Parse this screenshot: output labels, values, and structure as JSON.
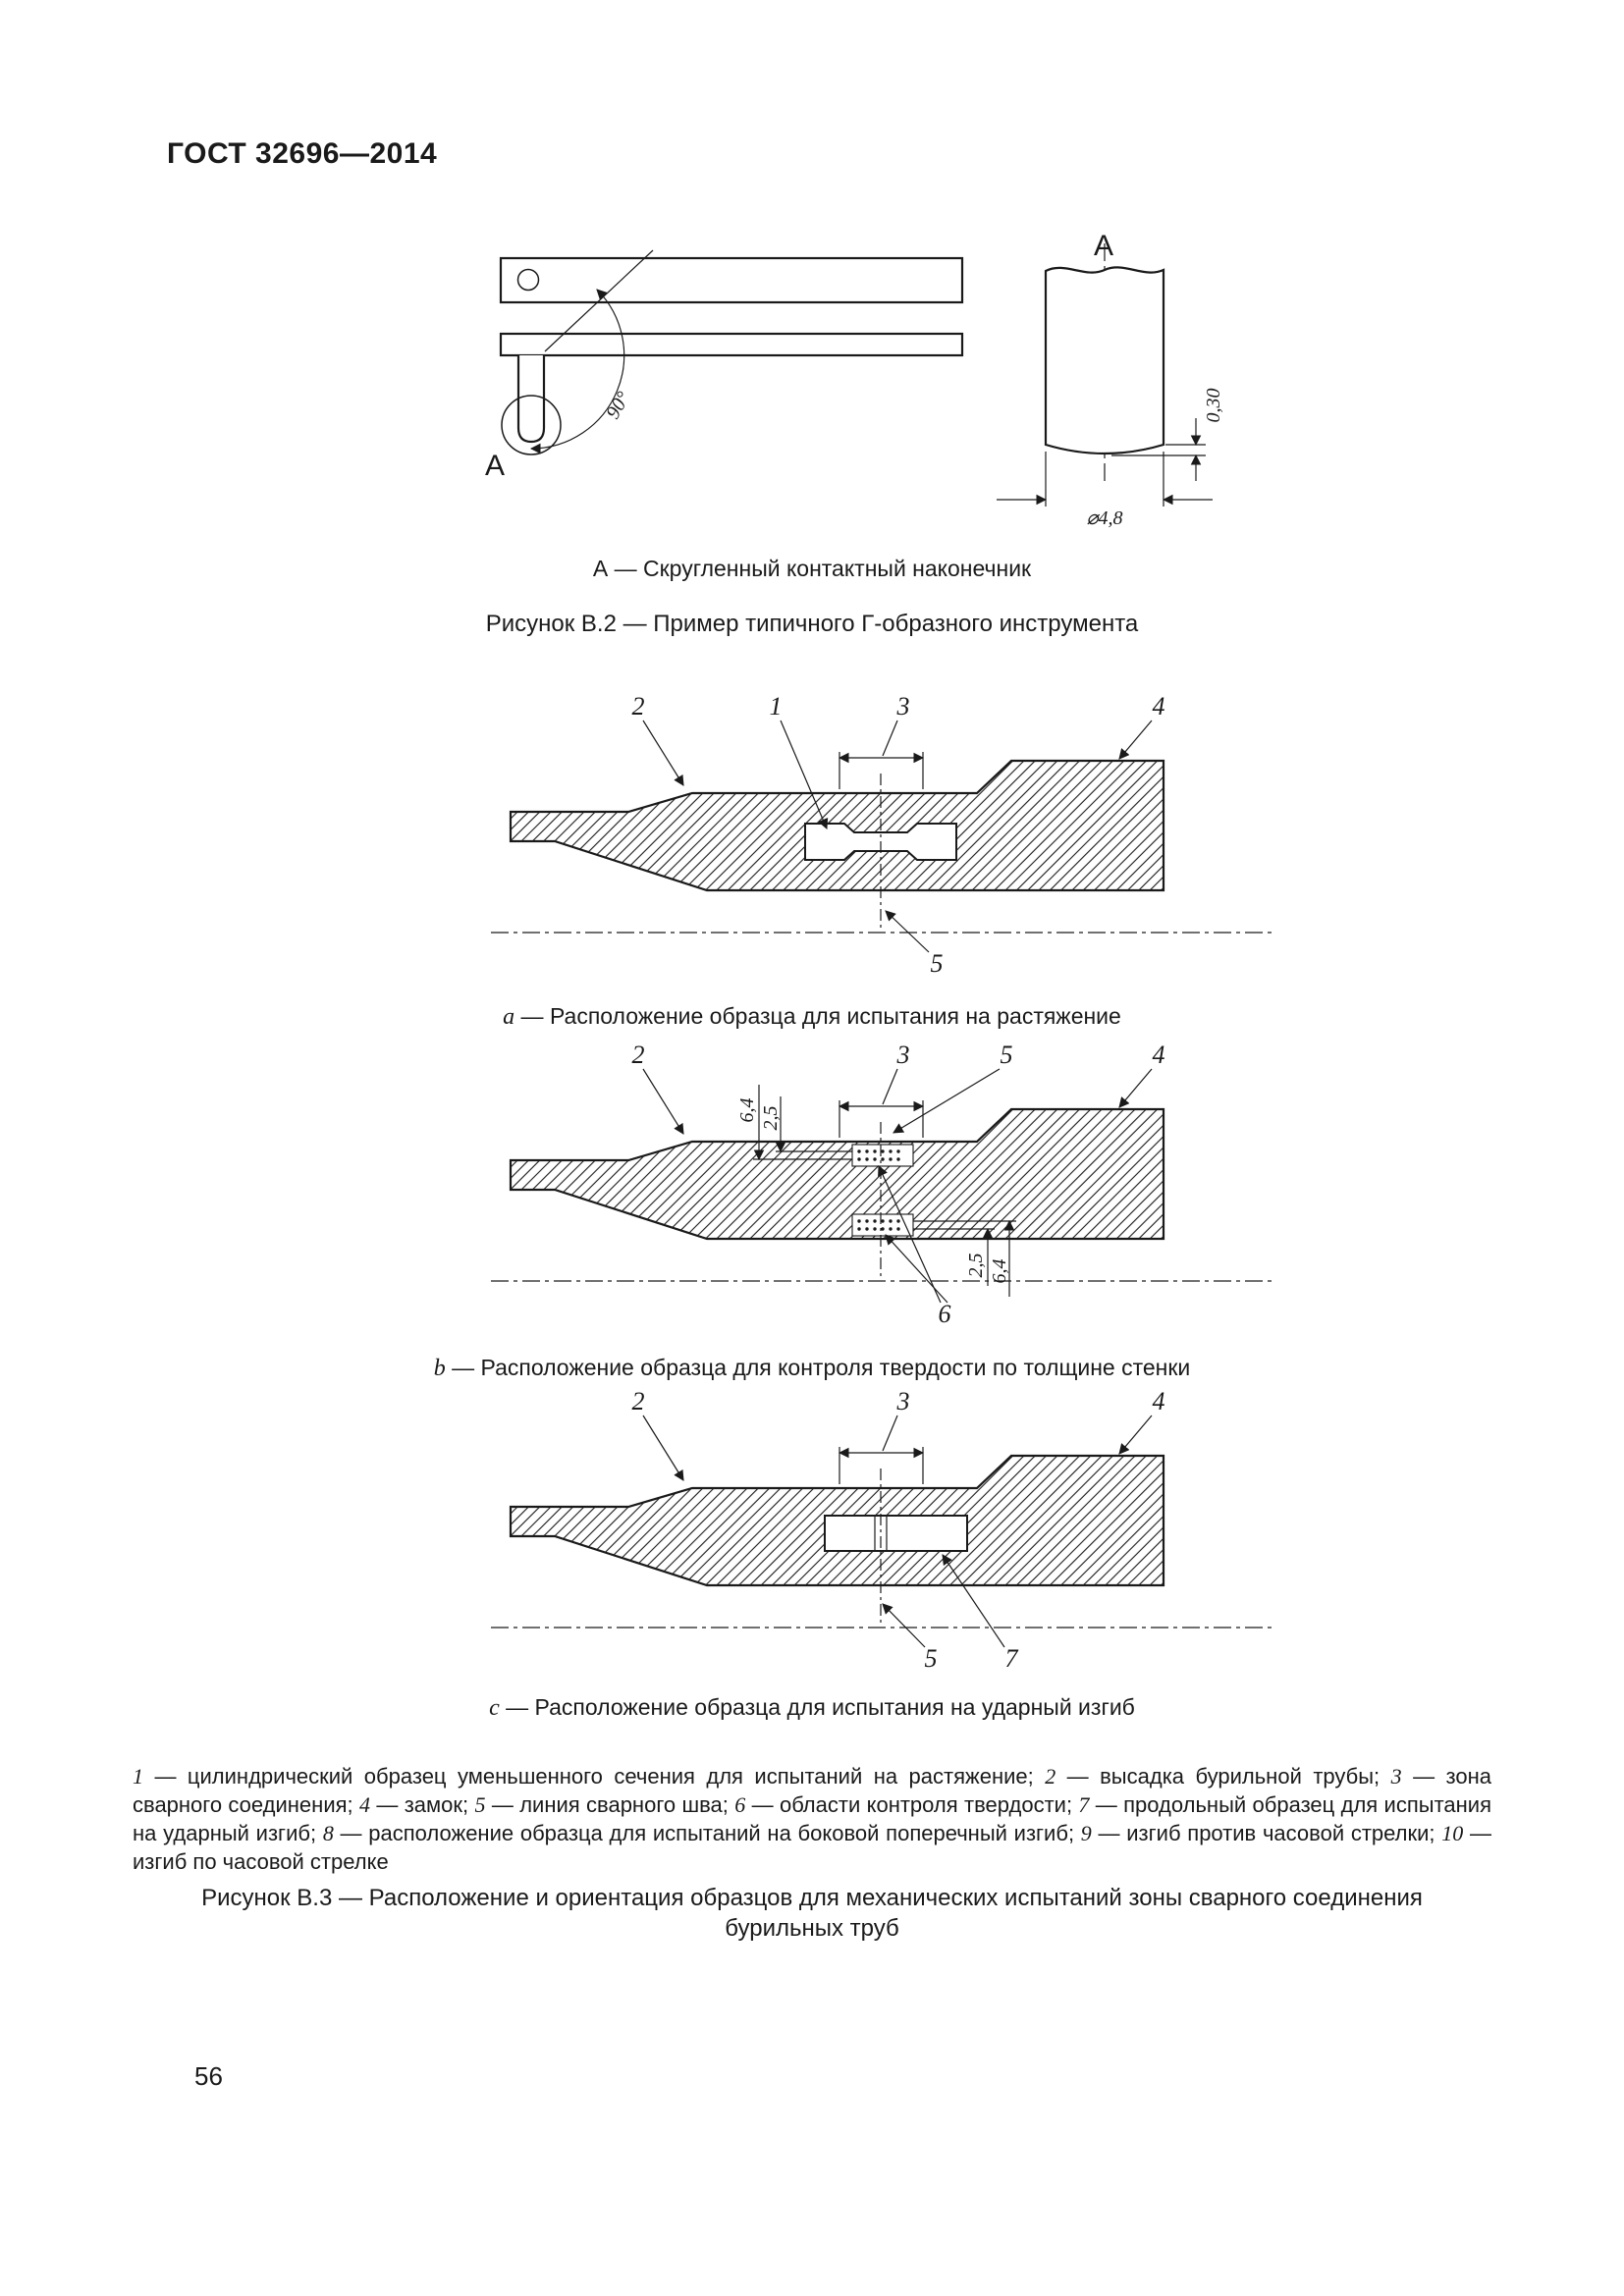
{
  "page": {
    "header": "ГОСТ 32696—2014",
    "number": "56"
  },
  "b2": {
    "detail_label": "А",
    "angle": "90°",
    "dim_tip": "0,30",
    "dim_dia": "⌀4,8",
    "note": "А — Скругленный контактный наконечник",
    "caption": "Рисунок В.2 — Пример типичного Г-образного инструмента"
  },
  "suba": {
    "n1": "1",
    "n2": "2",
    "n3": "3",
    "n4": "4",
    "n5": "5",
    "prefix": "a",
    "caption": " — Расположение образца для испытания на растяжение"
  },
  "subb": {
    "n2": "2",
    "n3": "3",
    "n4": "4",
    "n5": "5",
    "n6": "6",
    "d_top1": "6,4",
    "d_top2": "2,5",
    "d_bot1": "2,5",
    "d_bot2": "6,4",
    "prefix": "b",
    "caption": " — Расположение образца для контроля твердости по толщине стенки"
  },
  "subc": {
    "n2": "2",
    "n3": "3",
    "n4": "4",
    "n5": "5",
    "n7": "7",
    "prefix": "c",
    "caption": " — Расположение образца для испытания на ударный изгиб"
  },
  "legend": [
    {
      "n": "1",
      "t": " — цилиндрический образец уменьшенного сечения для испытаний на растяжение; "
    },
    {
      "n": "2",
      "t": " — высадка бурильной трубы; "
    },
    {
      "n": "3",
      "t": " — зона сварного соединения; "
    },
    {
      "n": "4",
      "t": " — замок; "
    },
    {
      "n": "5",
      "t": " — линия сварного шва; "
    },
    {
      "n": "6",
      "t": " — области контроля твердости; "
    },
    {
      "n": "7",
      "t": " — продольный образец для испытания на ударный изгиб; "
    },
    {
      "n": "8",
      "t": " — расположение образца для испытаний на боковой поперечный изгиб; "
    },
    {
      "n": "9",
      "t": " — изгиб против часовой стрелки; "
    },
    {
      "n": "10",
      "t": " — изгиб по часовой стрелке"
    }
  ],
  "b3": {
    "caption_l1": "Рисунок В.3 — Расположение и ориентация образцов для механических испытаний зоны сварного соединения",
    "caption_l2": "бурильных труб"
  }
}
